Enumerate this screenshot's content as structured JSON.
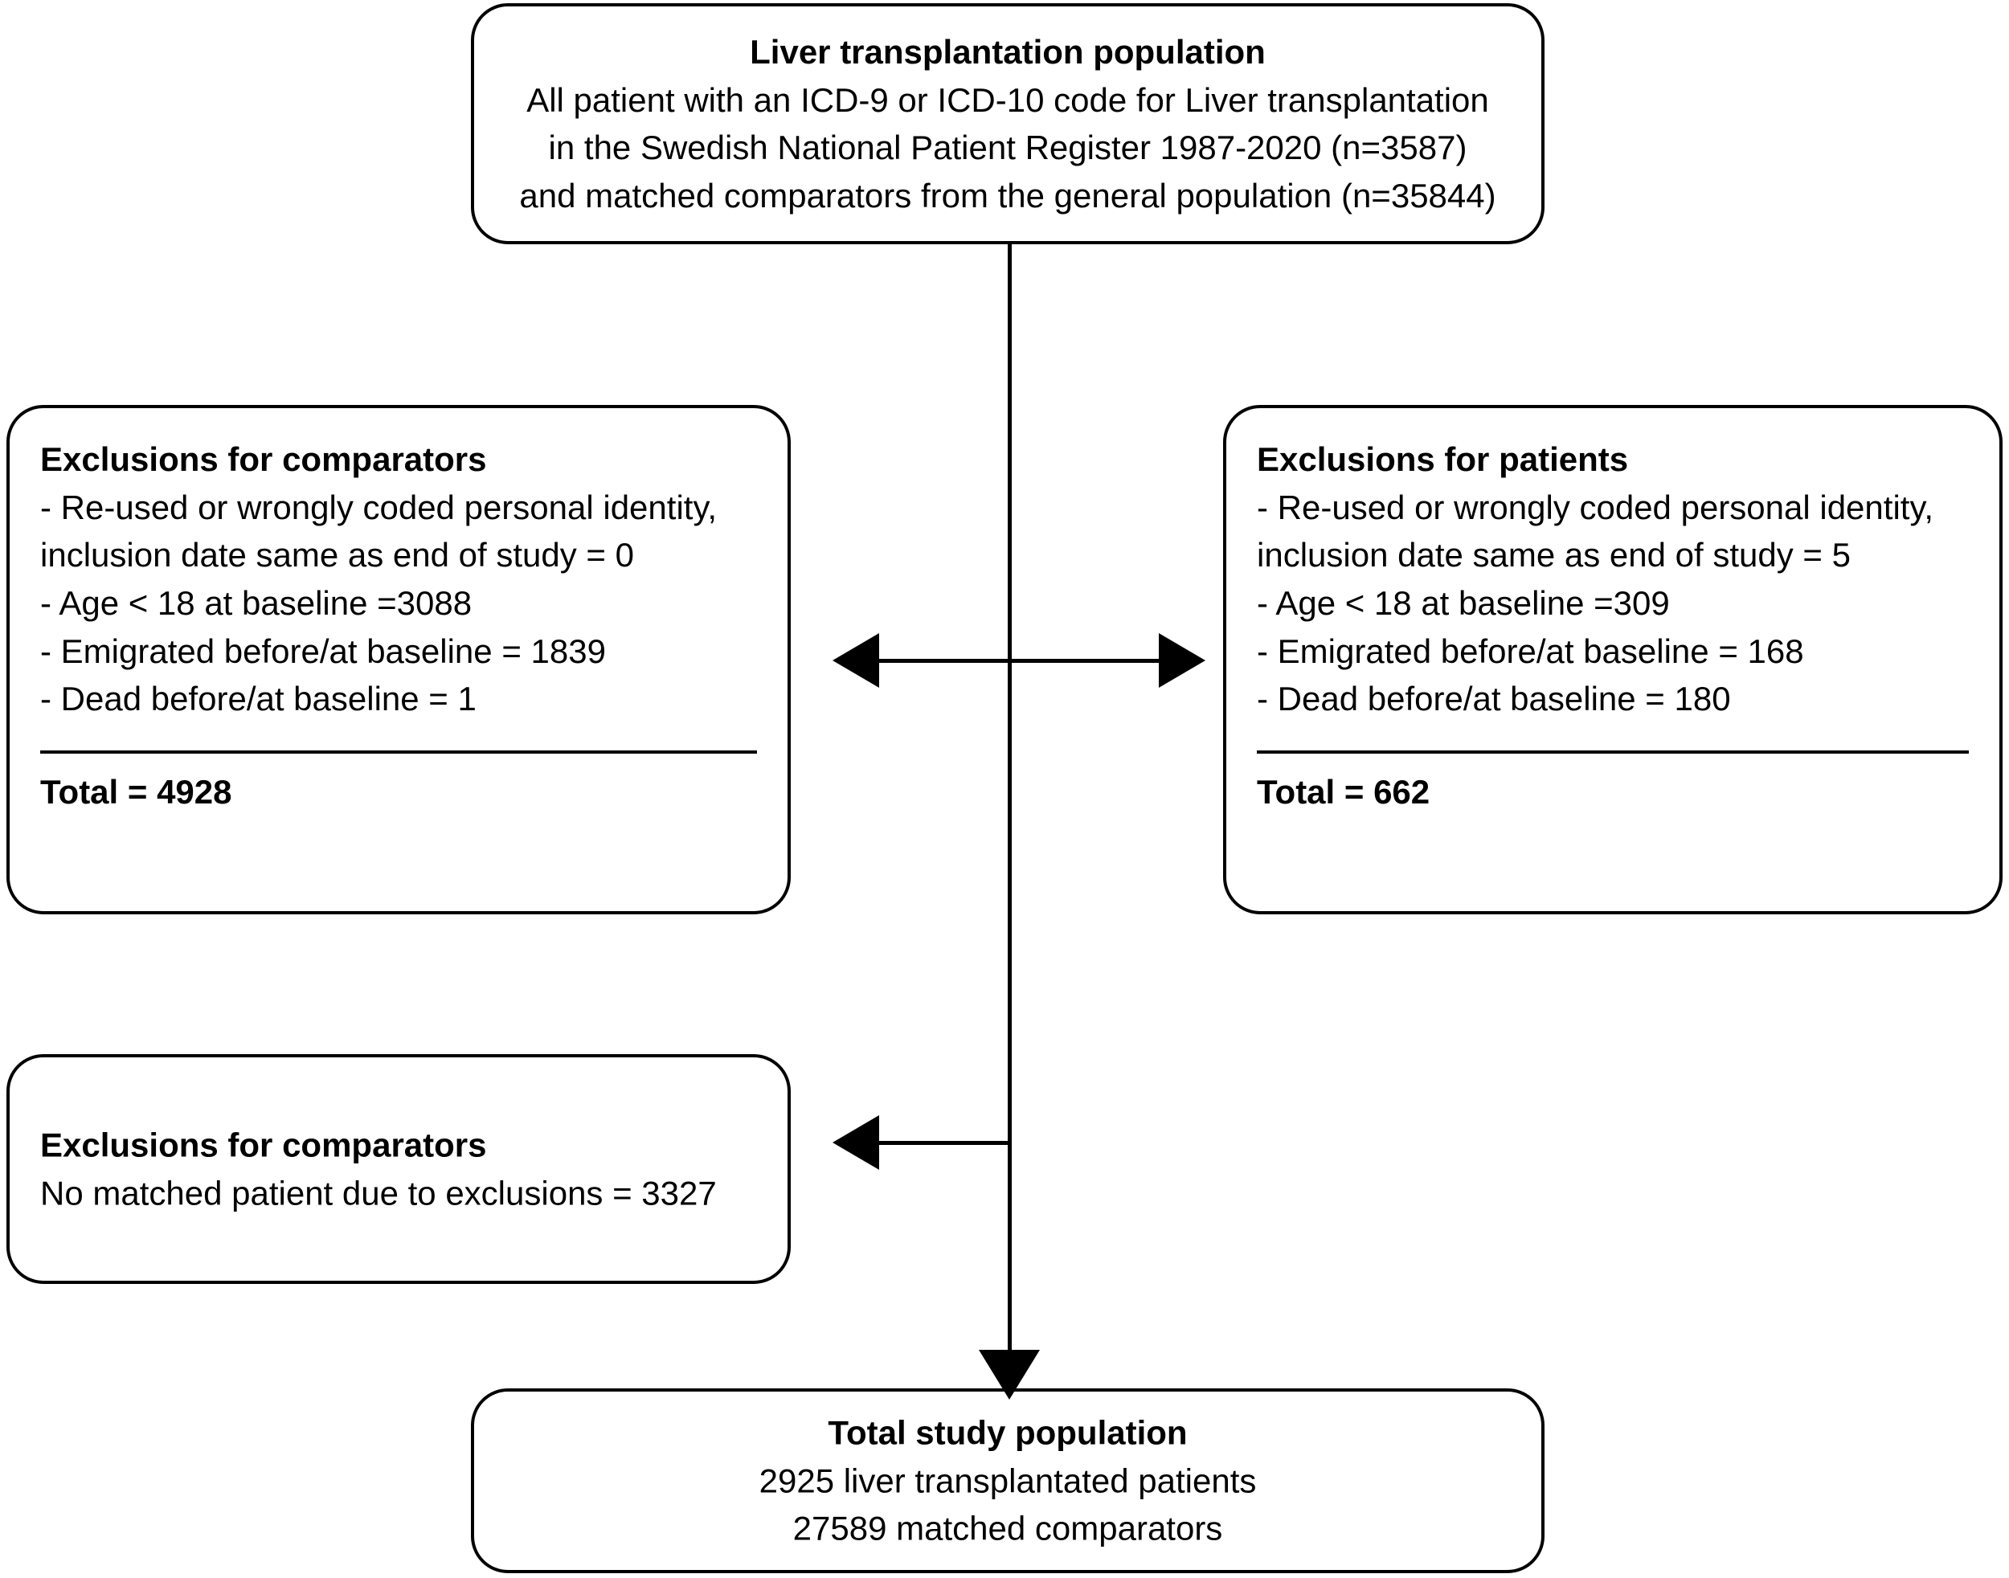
{
  "diagram": {
    "title": "Liver transplantation study population flow diagram",
    "stroke_color": "#000000",
    "background_color": "#ffffff"
  },
  "boxes": {
    "population": {
      "heading": "Liver transplantation population",
      "lines": [
        "All patient with an ICD-9 or ICD-10 code for Liver transplantation",
        "in the Swedish National Patient Register 1987-2020 (n=3587)",
        "and matched comparators from the general population (n=35844)"
      ]
    },
    "exclusions_comparators": {
      "heading": "Exclusions for comparators",
      "items": [
        "- Re-used or wrongly coded personal identity,",
        "inclusion date same as end of study = 0",
        "- Age < 18 at baseline =3088",
        "- Emigrated before/at baseline = 1839",
        "- Dead before/at baseline = 1"
      ],
      "total_label": "Total",
      "total_text": "Total = 4928"
    },
    "exclusions_patients": {
      "heading": "Exclusions for patients",
      "items": [
        "- Re-used or wrongly coded personal identity,",
        "inclusion date same as end of study = 5",
        "- Age < 18 at baseline =309",
        "- Emigrated before/at baseline = 168",
        "- Dead before/at baseline = 180"
      ],
      "total_label": "Total",
      "total_text": "Total = 662"
    },
    "exclusions_no_match": {
      "heading": "Exclusions for comparators",
      "lines": [
        "No matched patient due to exclusions = 3327"
      ]
    },
    "total_population": {
      "heading": "Total study population",
      "lines": [
        "2925 liver transplantated patients",
        "27589 matched comparators"
      ]
    }
  },
  "connectors": {
    "spine_label": "main-vertical-flow-line",
    "bidirectional_label": "exclusions-branch",
    "lower_branch_label": "no-match-branch",
    "terminal_label": "arrow-to-total-population"
  },
  "chart_data": {
    "type": "table",
    "title": "Liver transplantation population flow",
    "nodes": [
      {
        "id": "population",
        "label": "Liver transplantation population",
        "patients": 3587,
        "comparators": 35844,
        "register": "Swedish National Patient Register",
        "period": "1987-2020",
        "codes": [
          "ICD-9",
          "ICD-10"
        ]
      },
      {
        "id": "exclusions_comparators",
        "label": "Exclusions for comparators",
        "reused_or_wrongly_coded_identity": 0,
        "age_under_18_at_baseline": 3088,
        "emigrated_before_or_at_baseline": 1839,
        "dead_before_or_at_baseline": 1,
        "total": 4928
      },
      {
        "id": "exclusions_patients",
        "label": "Exclusions for patients",
        "reused_or_wrongly_coded_identity": 5,
        "age_under_18_at_baseline": 309,
        "emigrated_before_or_at_baseline": 168,
        "dead_before_or_at_baseline": 180,
        "total": 662
      },
      {
        "id": "exclusions_no_match",
        "label": "Exclusions for comparators",
        "no_matched_patient_due_to_exclusions": 3327
      },
      {
        "id": "total_population",
        "label": "Total study population",
        "patients": 2925,
        "comparators": 27589
      }
    ],
    "edges": [
      {
        "from": "population",
        "to": "exclusions_comparators"
      },
      {
        "from": "population",
        "to": "exclusions_patients"
      },
      {
        "from": "population",
        "to": "exclusions_no_match"
      },
      {
        "from": "population",
        "to": "total_population"
      }
    ]
  }
}
